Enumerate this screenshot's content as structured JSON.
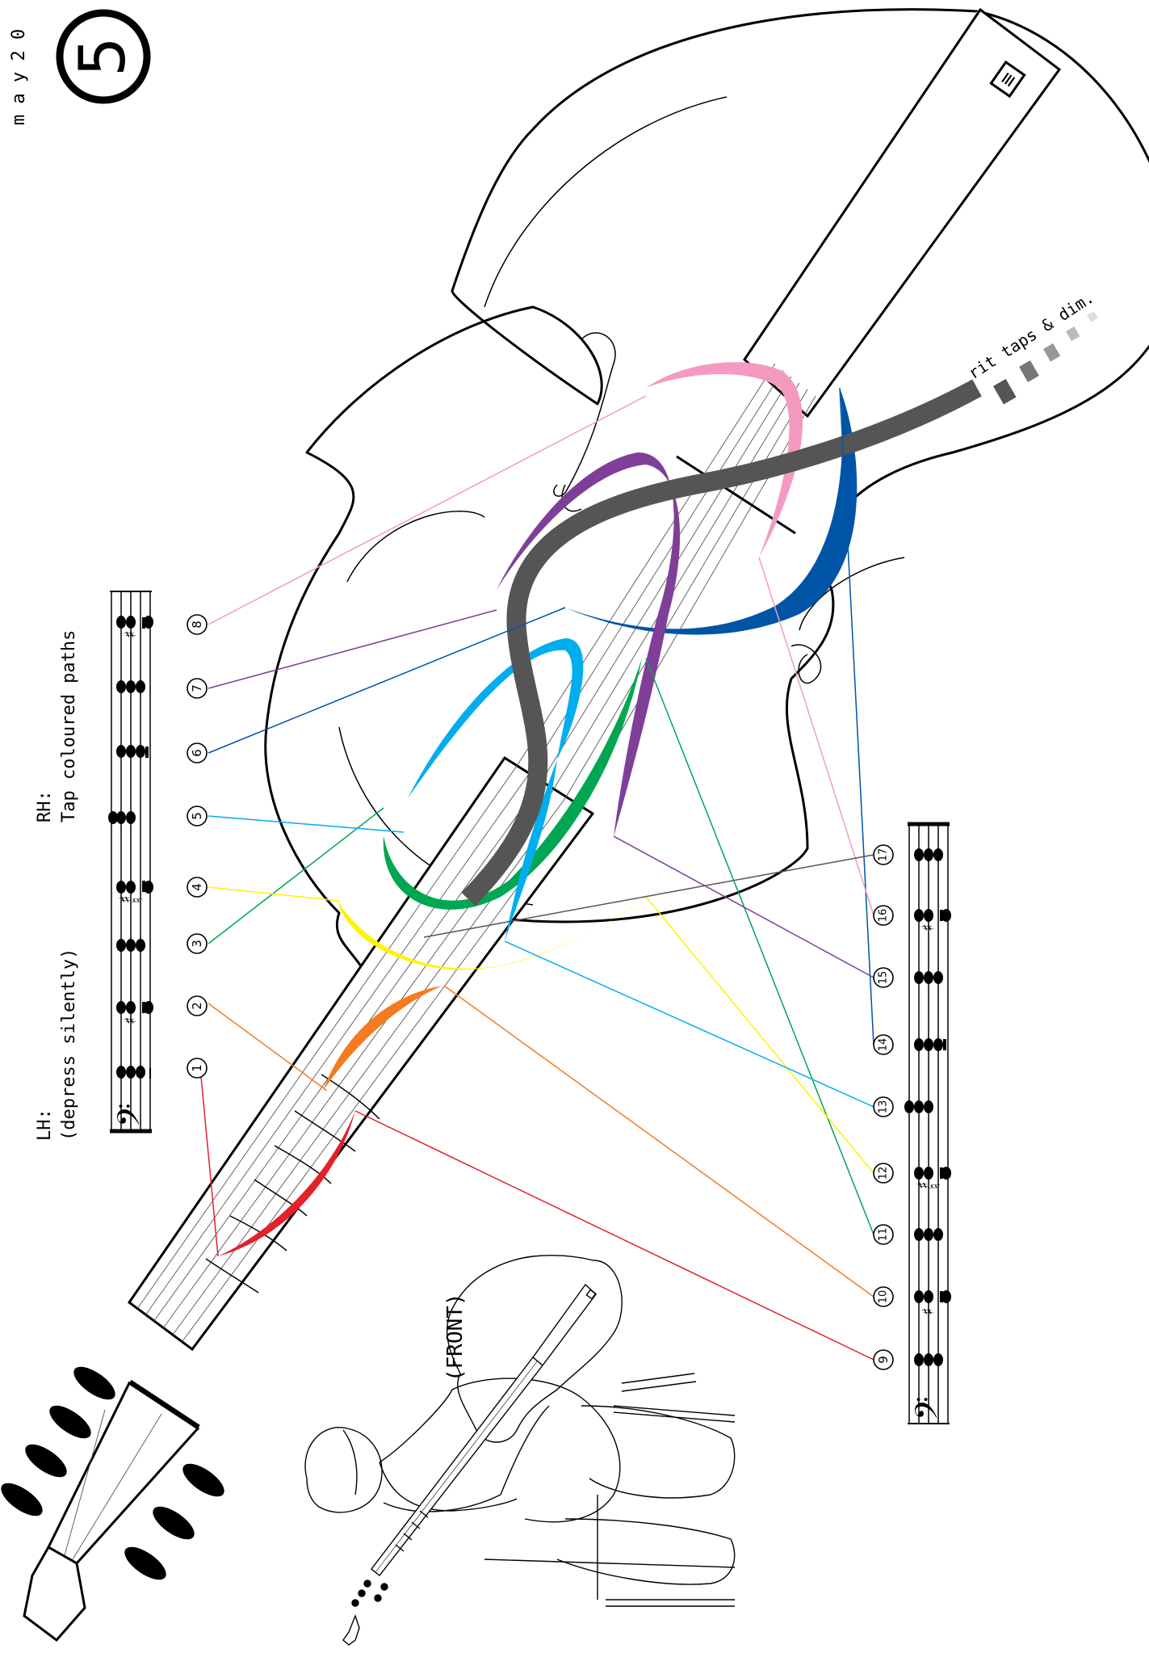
{
  "page": {
    "number": "5",
    "corner_text": "m a y 2 0",
    "lh_title": "LH:",
    "lh_sub": "(depress silently)",
    "rh_title": "RH:",
    "rh_sub": "Tap coloured paths",
    "rit_text": "rit taps & dim.",
    "front_label": "(FRONT)",
    "tuning_symbol": "≡"
  },
  "numbers": [
    "1",
    "2",
    "3",
    "4",
    "5",
    "6",
    "7",
    "8",
    "9",
    "10",
    "11",
    "12",
    "13",
    "14",
    "15",
    "16",
    "17"
  ],
  "colors": {
    "red": "#e4202a",
    "orange": "#f47b20",
    "yellow": "#fff200",
    "green": "#00a651",
    "lightblue": "#00aeef",
    "darkblue": "#0054a6",
    "purple": "#7f3f98",
    "pink": "#f49ac1",
    "gray": "#555555"
  },
  "icons": [
    "circled-number-icon",
    "bass-clef-icon",
    "quarter-note-icon",
    "sharp-icon",
    "natural-icon",
    "quarter-rest-icon",
    "tuning-peg-icon",
    "performer-figure-icon"
  ]
}
